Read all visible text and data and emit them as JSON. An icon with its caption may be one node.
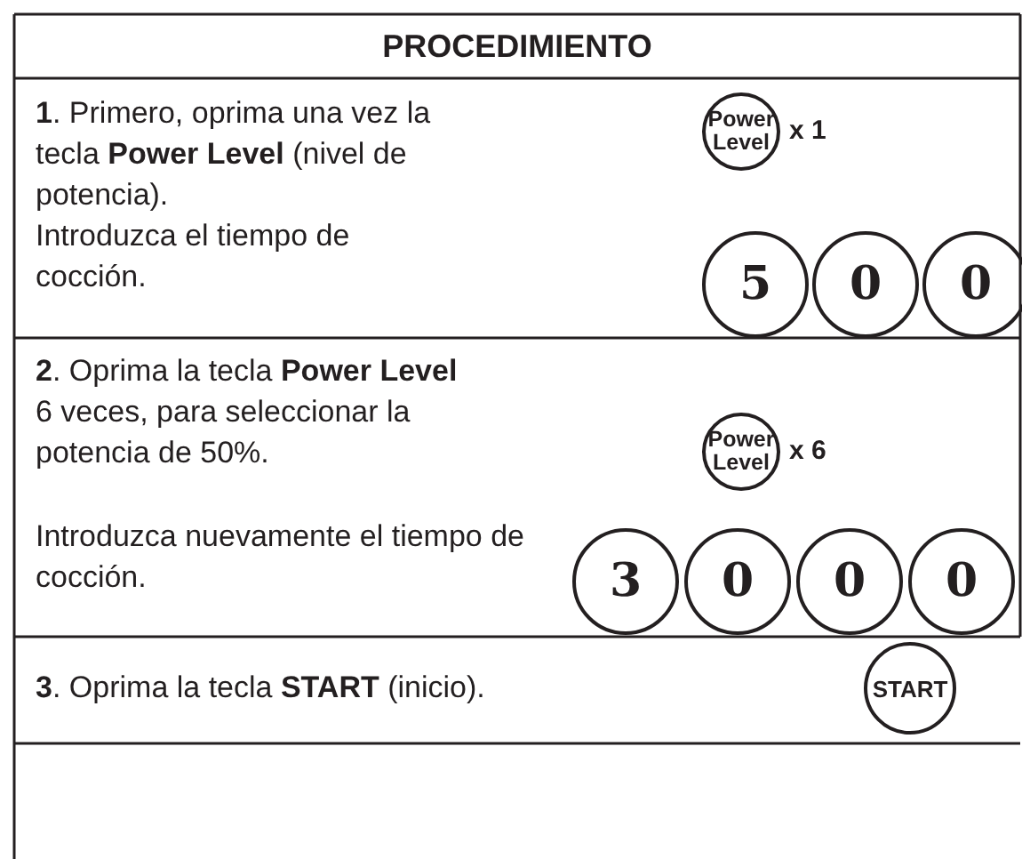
{
  "diagram": {
    "title": "PROCEDIMIENTO",
    "nodes": [
      {
        "text": [
          "Power Level"
        ],
        "beside": [
          "x 1"
        ]
      },
      {
        "text": [
          "5"
        ]
      },
      {
        "text": [
          "0"
        ]
      },
      {
        "text": [
          "0"
        ]
      },
      {
        "text": [
          "Power Level"
        ],
        "beside": [
          "x 6"
        ]
      },
      {
        "text": [
          "3"
        ]
      },
      {
        "text": [
          "0"
        ]
      },
      {
        "text": [
          "0"
        ]
      },
      {
        "text": [
          "0"
        ]
      },
      {
        "text": [
          "START"
        ]
      }
    ],
    "edges": [],
    "labels": [
      "**1**. Primero, oprima una vez la tecla **Power Level** (nivel de potencia).",
      "Introduzca el tiempo de cocción.",
      "**2**. Oprima la tecla **Power Level** 6 veces, para seleccionar la potencia de 50%.",
      "Introduzca nuevamente el tiempo de cocción.",
      "**3**. Oprima la tecla **START** (inicio)."
    ]
  }
}
